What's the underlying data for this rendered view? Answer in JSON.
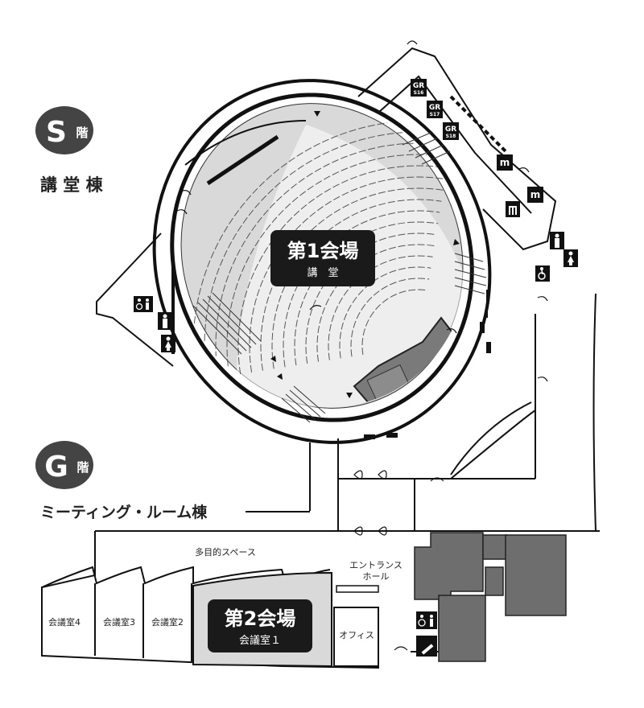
{
  "floors": {
    "s": {
      "letter": "S",
      "suffix": "階",
      "building": "講 堂 棟"
    },
    "g": {
      "letter": "G",
      "suffix": "階",
      "building": "ミーティング・ルーム棟"
    }
  },
  "venues": {
    "hall1": {
      "title": "第1会場",
      "subtitle": "講　堂"
    },
    "hall2": {
      "title": "第2会場",
      "subtitle": "会議室１"
    }
  },
  "rooms": {
    "room4": "会議室4",
    "room3": "会議室3",
    "room2": "会議室2",
    "multipurpose": "多目的スペース",
    "entrance_line1": "エントランス",
    "entrance_line2": "ホール",
    "office": "オフィス"
  },
  "signs": {
    "gr16": {
      "top": "GR",
      "bottom": "S16"
    },
    "gr17": {
      "top": "GR",
      "bottom": "S17"
    },
    "gr18": {
      "top": "GR",
      "bottom": "S18"
    },
    "m": "m"
  },
  "icons": [
    "accessible-toilet-icon",
    "men-toilet-icon",
    "women-toilet-icon",
    "wheelchair-icon",
    "elevator-icon",
    "smoking-area-icon",
    "door-icon"
  ]
}
